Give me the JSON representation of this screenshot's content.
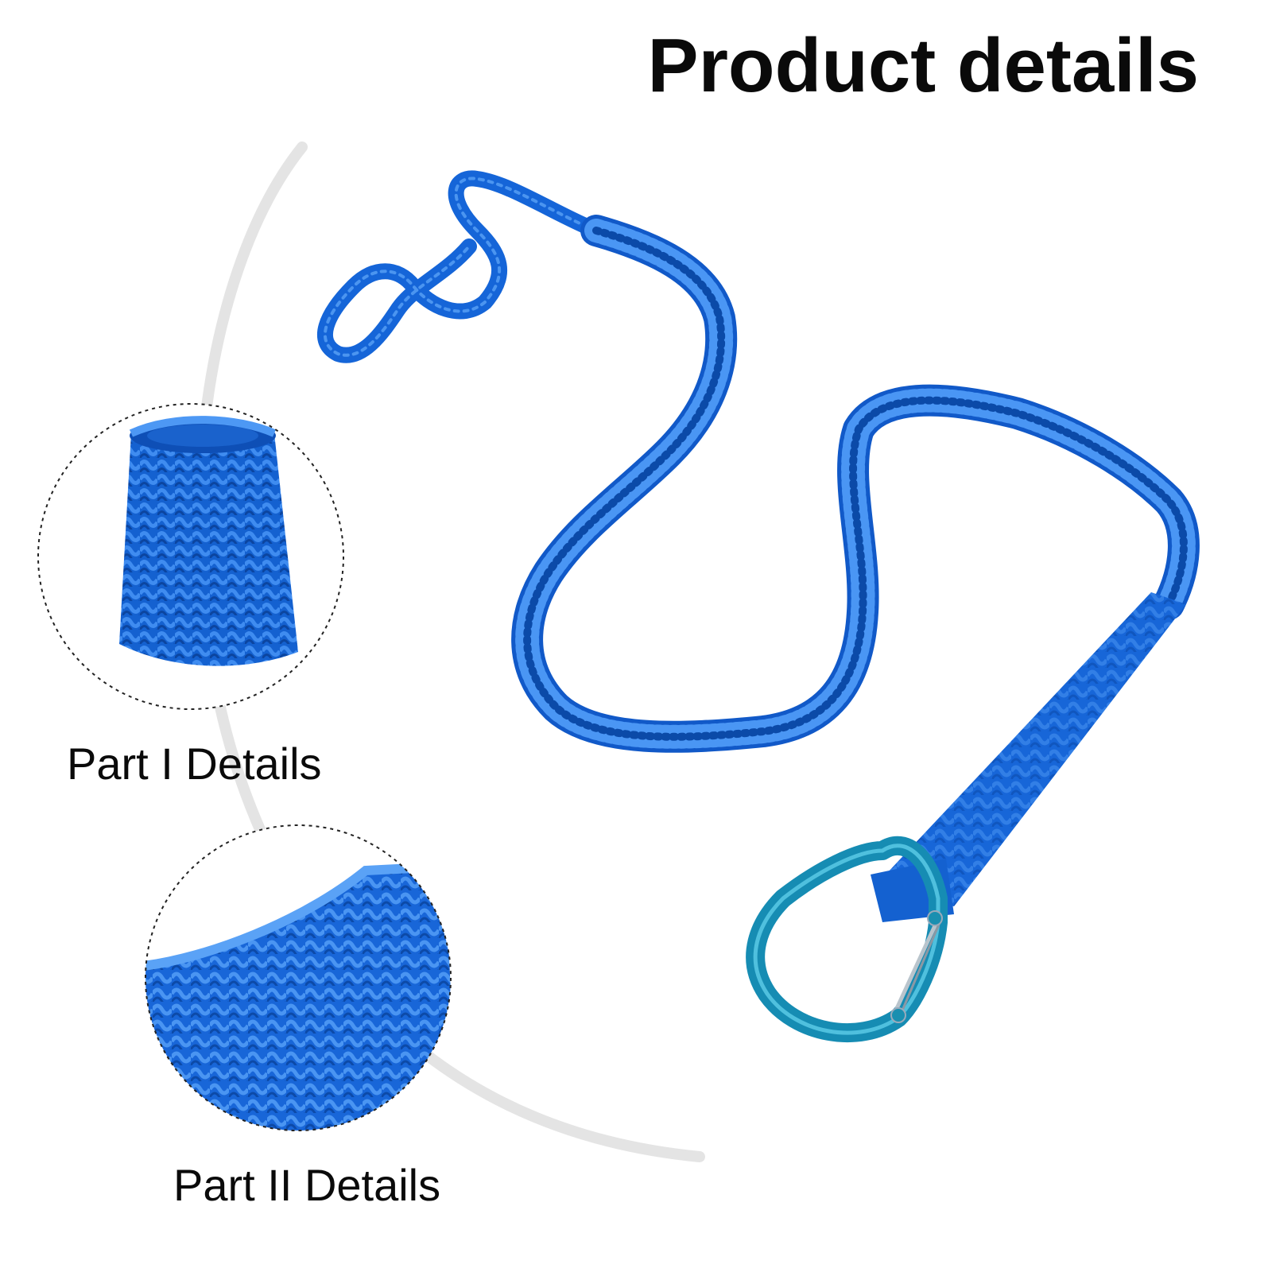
{
  "title": "Product details",
  "detail_captions": [
    "Part I Details",
    "Part II Details"
  ],
  "colors": {
    "cord_blue": "#1565d8",
    "cord_dark": "#0d4fb0",
    "carabiner_teal": "#1a8fb0",
    "arc_gray": "#e4e4e4",
    "text": "#0a0a0a"
  }
}
